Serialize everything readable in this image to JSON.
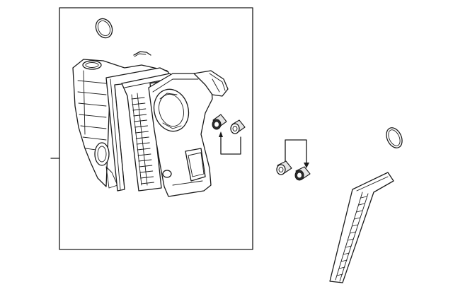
{
  "diagram": {
    "parts": [
      {
        "name": "air-cleaner-assembly"
      },
      {
        "name": "o-ring-upper"
      },
      {
        "name": "clip"
      },
      {
        "name": "lower-housing"
      },
      {
        "name": "filter-element"
      },
      {
        "name": "upper-cover"
      },
      {
        "name": "intake-duct"
      },
      {
        "name": "grommet-pair-right"
      },
      {
        "name": "grommet-pair-left"
      },
      {
        "name": "o-ring-right"
      },
      {
        "name": "filter-element-right"
      }
    ],
    "colors": {
      "line": "#1a1a1a",
      "background": "#ffffff",
      "shade": "#e6e6e6"
    }
  }
}
